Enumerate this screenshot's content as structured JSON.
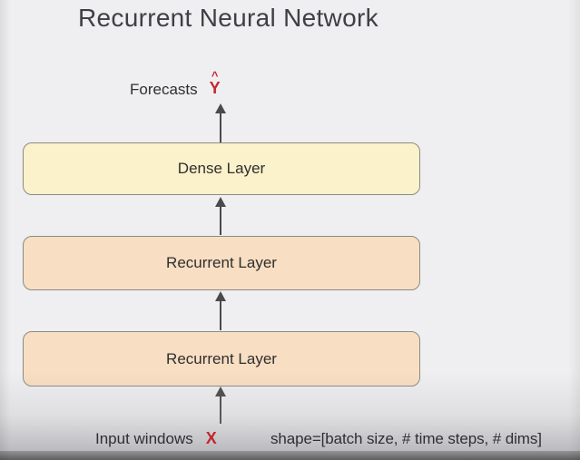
{
  "title": "Recurrent Neural Network",
  "forecast": {
    "label": "Forecasts",
    "hat": "^",
    "symbol": "Y"
  },
  "layers": [
    {
      "label": "Dense Layer",
      "kind": "dense"
    },
    {
      "label": "Recurrent Layer",
      "kind": "recurrent"
    },
    {
      "label": "Recurrent Layer",
      "kind": "recurrent"
    }
  ],
  "input": {
    "label": "Input windows",
    "symbol": "X"
  },
  "shape_annotation": "shape=[batch size, # time steps, # dims]",
  "colors": {
    "background": "#efeff1",
    "dense_fill": "#fbf1ca",
    "recurrent_fill": "#f8dec2",
    "box_border": "#8b8b84",
    "arrow": "#4a4a4a",
    "accent_red": "#c4262b",
    "title_text": "#3e4044",
    "label_text": "#2f2f30"
  }
}
